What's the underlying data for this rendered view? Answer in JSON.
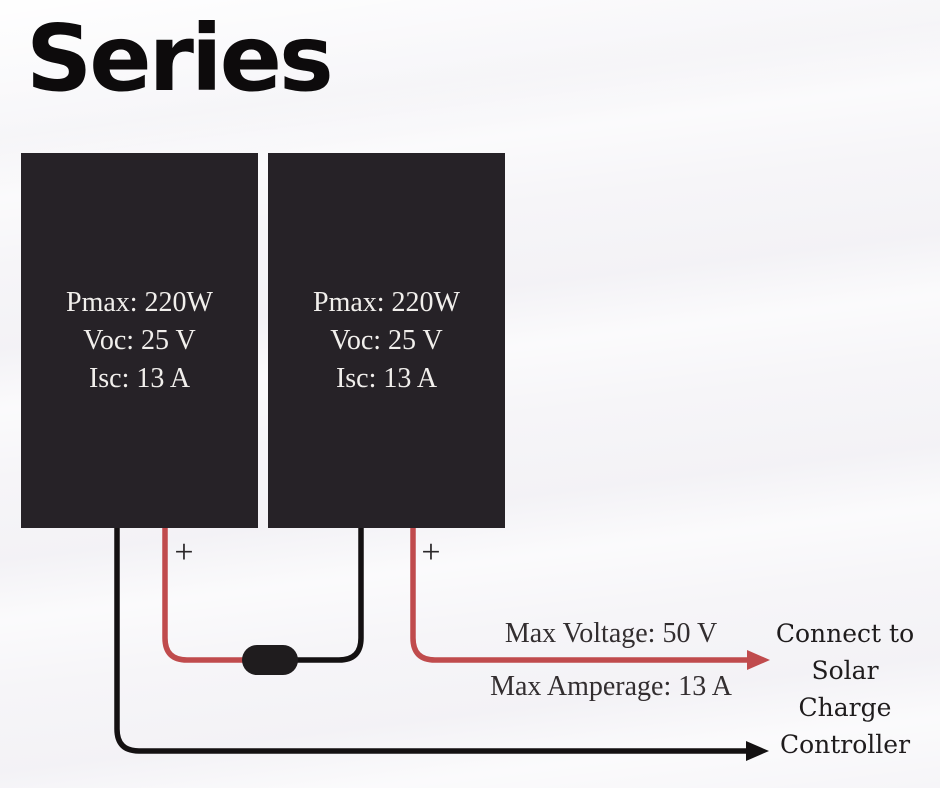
{
  "title": "Series",
  "panels": [
    {
      "name": "solar-panel-1",
      "lines": [
        "Pmax: 220W",
        "Voc: 25 V",
        "Isc: 13 A"
      ]
    },
    {
      "name": "solar-panel-2",
      "lines": [
        "Pmax: 220W",
        "Voc: 25 V",
        "Isc: 13 A"
      ]
    }
  ],
  "terminals": {
    "positive_symbol": "+"
  },
  "output": {
    "max_voltage": "Max Voltage: 50 V",
    "max_amperage": "Max Amperage: 13 A",
    "destination_lines": [
      "Connect to",
      "Solar",
      "Charge",
      "Controller"
    ]
  },
  "colors": {
    "background": "#f6f5f8",
    "panel": "#262227",
    "panel_text": "#f1efec",
    "title_ink": "#0d0b0c",
    "wire_red": "#c04b4d",
    "wire_black": "#141112",
    "label_text": "#332e30"
  }
}
